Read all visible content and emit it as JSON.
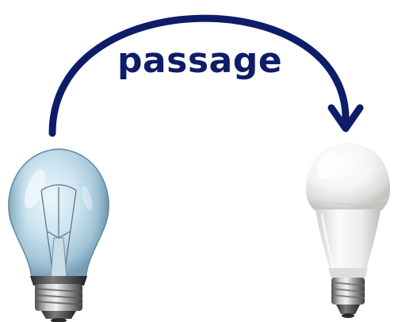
{
  "diagram": {
    "caption": "passage",
    "from": "incandescent-bulb",
    "to": "led-bulb"
  },
  "colors": {
    "arrow": "#0d1d68",
    "caption": "#0d1d68"
  }
}
